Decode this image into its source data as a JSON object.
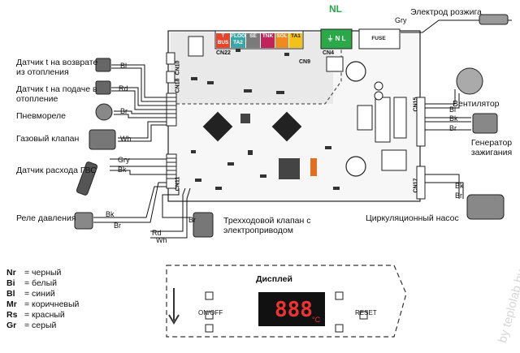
{
  "labels": {
    "sensor_return": "Датчик t на возврате из отопления",
    "sensor_supply": "Датчик t на подаче в отопление",
    "pressostat": "Пневмореле",
    "gas_valve": "Газовый клапан",
    "dhw_flow": "Датчик расхода ГВС",
    "pressure_relay": "Реле давления",
    "three_way": "Трехходовой клапан с электроприводом",
    "ignition_electrode": "Электрод розжига",
    "fan": "Вентилятор",
    "ignition_gen": "Генератор зажигания",
    "pump": "Циркуляционный насос",
    "display": "Дисплей",
    "on_off": "ON/OFF",
    "reset": "RESET"
  },
  "wires": {
    "bl": "Bl",
    "rd": "Rd",
    "br": "Br",
    "wh": "Wh",
    "gry": "Gry",
    "bk": "Bk"
  },
  "connectors": {
    "top": [
      {
        "text": "T\nBUS",
        "color": "#e8442a"
      },
      {
        "text": "FLOOR\nTA2",
        "color": "#3aa6a6"
      },
      {
        "text": "SE",
        "color": "#7a7a7a"
      },
      {
        "text": "TNK",
        "color": "#c0245a"
      },
      {
        "text": "SOL",
        "color": "#f08a1e"
      },
      {
        "text": "TA1",
        "color": "#f2c21a"
      }
    ],
    "power": "⏚  N  L",
    "nl": "NL",
    "fuse": "FUSE"
  },
  "cn_labels": {
    "cn22": "CN22",
    "cn9": "CN9",
    "cn4": "CN4",
    "cn15": "CN15",
    "cn17": "CN17",
    "cn11": "CN11",
    "cn18": "CN18",
    "cn10": "CN10"
  },
  "legend": [
    {
      "code": "Nr",
      "text": "= черный"
    },
    {
      "code": "Bi",
      "text": "= белый"
    },
    {
      "code": "Bl",
      "text": "= синий"
    },
    {
      "code": "Mr",
      "text": "= коричневый"
    },
    {
      "code": "Rs",
      "text": "= красный"
    },
    {
      "code": "Gr",
      "text": "= серый"
    }
  ],
  "display_digits": "888",
  "display_unit": "°C",
  "watermark": "by teplolab.by",
  "colors": {
    "board": "#ebebeb",
    "stroke": "#222222",
    "green": "#2aa84a"
  }
}
